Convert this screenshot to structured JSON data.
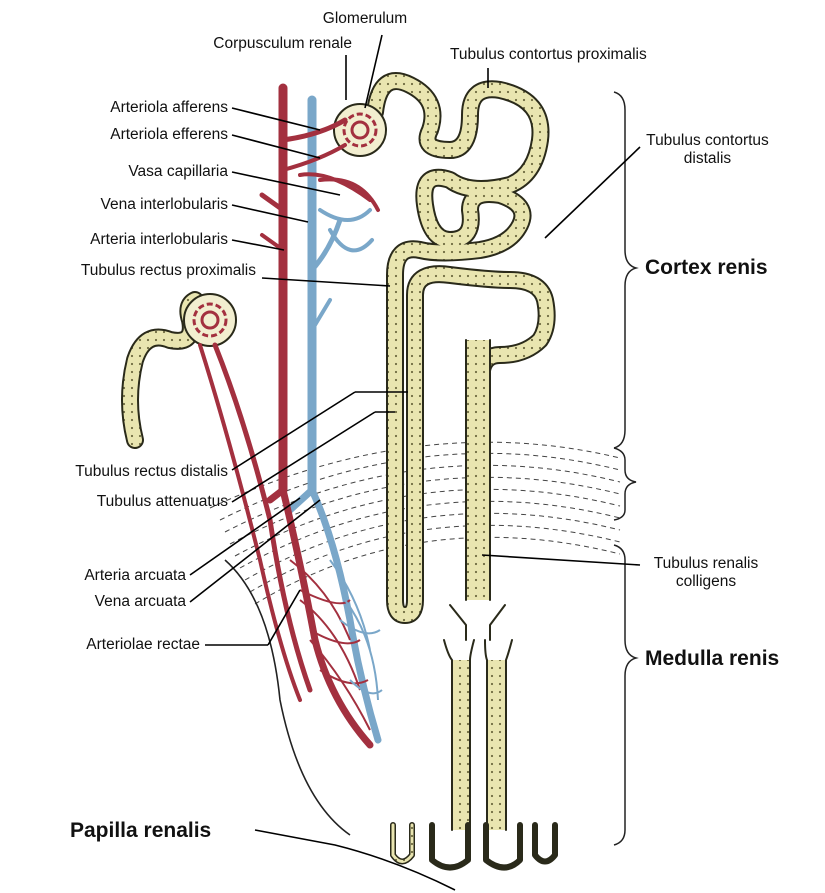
{
  "labels": {
    "glomerulum": "Glomerulum",
    "corpusculum_renale": "Corpusculum renale",
    "tubulus_contortus_proximalis": "Tubulus contortus proximalis",
    "arteriola_afferens": "Arteriola afferens",
    "arteriola_efferens": "Arteriola efferens",
    "vasa_capillaria": "Vasa capillaria",
    "vena_interlobularis": "Vena interlobularis",
    "arteria_interlobularis": "Arteria interlobularis",
    "tubulus_rectus_proximalis": "Tubulus rectus proximalis",
    "tubulus_contortus_distalis_line1": "Tubulus contortus",
    "tubulus_contortus_distalis_line2": "distalis",
    "tubulus_rectus_distalis": "Tubulus rectus distalis",
    "tubulus_attenuatus": "Tubulus attenuatus",
    "arteria_arcuata": "Arteria arcuata",
    "vena_arcuata": "Vena arcuata",
    "arteriolae_rectae": "Arteriolae rectae",
    "tubulus_renalis_colligens_line1": "Tubulus renalis",
    "tubulus_renalis_colligens_line2": "colligens",
    "papilla_renalis": "Papilla renalis"
  },
  "regions": {
    "cortex_renis": "Cortex renis",
    "medulla_renis": "Medulla renis"
  },
  "colors": {
    "tubule_fill": "#e9e5b0",
    "tubule_edge": "#2a2a1a",
    "artery": "#a3303f",
    "vein": "#7aa7c9",
    "leader": "#000000"
  }
}
